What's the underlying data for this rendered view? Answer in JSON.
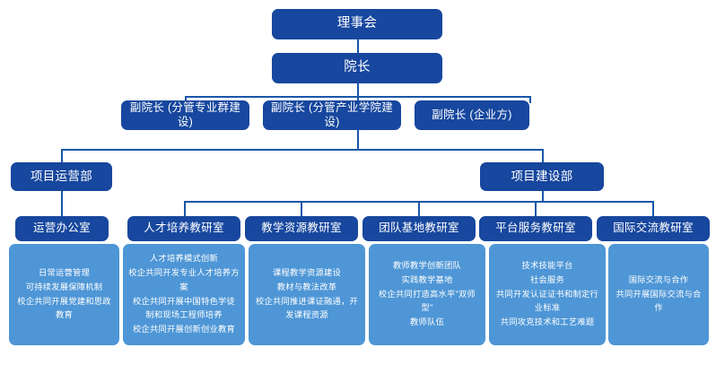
{
  "diagram": {
    "title_box": {
      "label": "理事会"
    },
    "dean_box": {
      "label": "院长"
    },
    "vice_deans": [
      {
        "label": "副院长\n(分管专业群建设)",
        "line1": "副院长",
        "line2": "(分管专业群建设)"
      },
      {
        "label": "副院长\n(分管产业学院建设)",
        "line1": "副院长",
        "line2": "(分管产业学院建设)"
      },
      {
        "label": "副院长\n(企业方)",
        "line1": "副院长",
        "line2": "(企业方)"
      }
    ],
    "departments": [
      {
        "label": "项目运营部"
      },
      {
        "label": "项目建设部"
      }
    ],
    "offices": [
      {
        "label": "运营办公室",
        "details": [
          "日常运营管理",
          "可持续发展保障机制",
          "校企共同开展党建和思政教育"
        ]
      },
      {
        "label": "人才培养教研室",
        "details": [
          "人才培养模式创新",
          "校企共同开发专业人才培养方案",
          "校企共同开展中国特色学徒",
          "制和现场工程师培养",
          "校企共同开展创新创业教育"
        ]
      },
      {
        "label": "教学资源教研室",
        "details": [
          "课程教学资源建设",
          "教材与教法改革",
          "校企共同推进课证融通，开",
          "发课程资源"
        ]
      },
      {
        "label": "团队基地教研室",
        "details": [
          "教师教学创新团队",
          "实践教学基地",
          "校企共同打造高水平\"双师型\"",
          "教师队伍"
        ]
      },
      {
        "label": "平台服务教研室",
        "details": [
          "技术技能平台",
          "社会服务",
          "共同开发认证证书和制定行",
          "业标准",
          "共同攻克技术和工艺难题"
        ]
      },
      {
        "label": "国际交流教研室",
        "details": [
          "国际交流与合作",
          "共同开展国际交流与合作"
        ]
      }
    ],
    "colors": {
      "node_blue": "#17479E",
      "panel_blue": "#4E96D6",
      "line_blue": "#1957A8",
      "text_white": "#FFFFFF",
      "background": "#FFFFFF"
    }
  }
}
